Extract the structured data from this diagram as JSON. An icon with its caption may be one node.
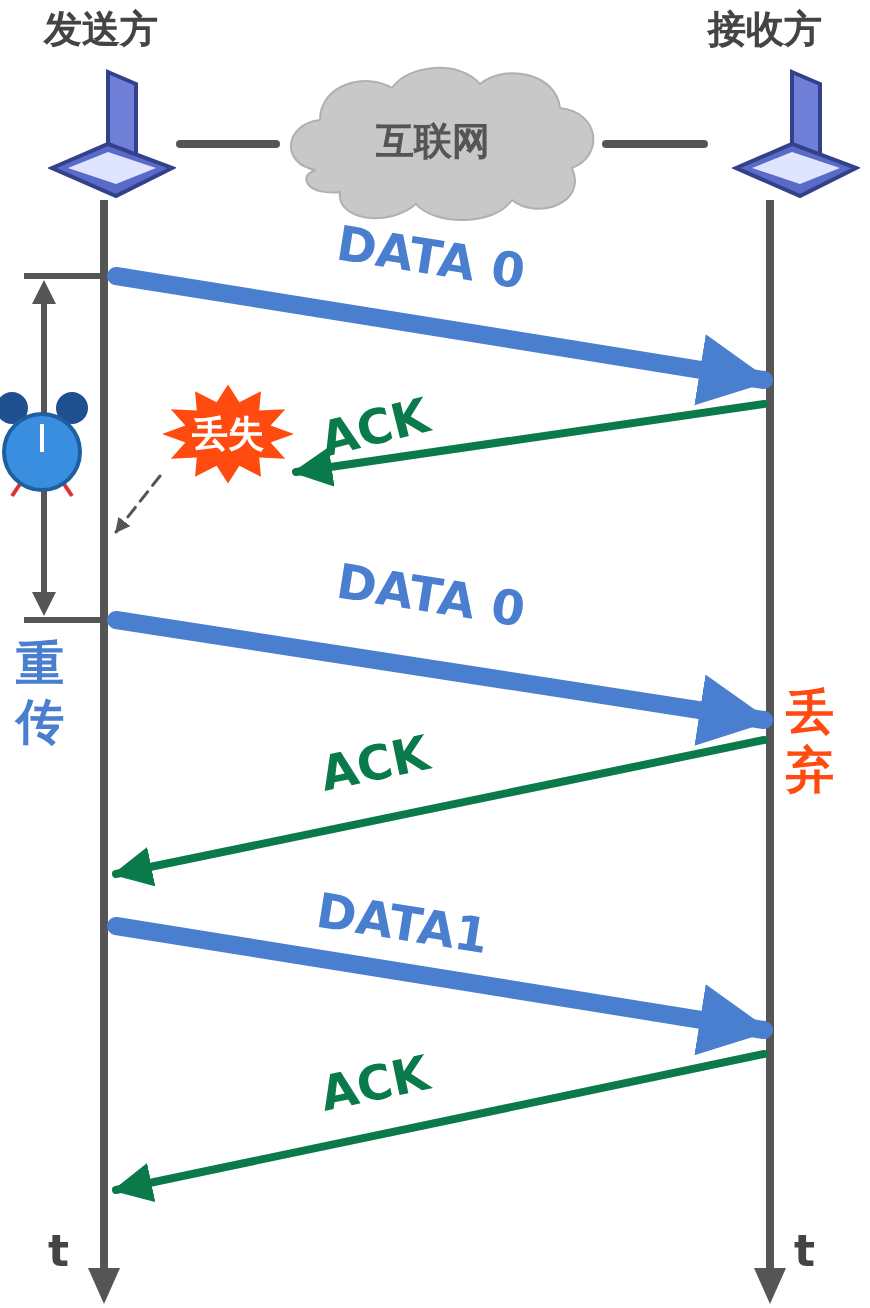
{
  "diagram": {
    "nodes": [
      {
        "text": [
          "发送方"
        ]
      },
      {
        "text": [
          "互联网"
        ]
      },
      {
        "text": [
          "接收方"
        ]
      },
      {
        "text": [
          "丢失"
        ]
      }
    ],
    "edges": [
      {
        "from": 0,
        "to": 1,
        "arrow": "none",
        "color": "#555555"
      },
      {
        "from": 1,
        "to": 2,
        "arrow": "none",
        "color": "#555555"
      },
      {
        "from": 0,
        "to": 2,
        "arrow": "to",
        "label": "DATA 0",
        "style": "thick",
        "color": "#4a7fd0"
      },
      {
        "from": 2,
        "to": 3,
        "arrow": "to",
        "label": "ACK",
        "color": "#0a7a4a"
      },
      {
        "from": 3,
        "to": 0,
        "arrow": "to",
        "style": "dashed",
        "color": "#555555"
      },
      {
        "from": 0,
        "to": 2,
        "arrow": "to",
        "label": "DATA 0",
        "style": "thick",
        "color": "#4a7fd0"
      },
      {
        "from": 2,
        "to": 0,
        "arrow": "to",
        "label": "ACK",
        "color": "#0a7a4a"
      },
      {
        "from": 0,
        "to": 2,
        "arrow": "to",
        "label": "DATA1",
        "style": "thick",
        "color": "#4a7fd0"
      },
      {
        "from": 2,
        "to": 0,
        "arrow": "to",
        "label": "ACK",
        "color": "#0a7a4a"
      }
    ],
    "labels": [
      "重传",
      "丢弃",
      "t",
      "t"
    ]
  }
}
